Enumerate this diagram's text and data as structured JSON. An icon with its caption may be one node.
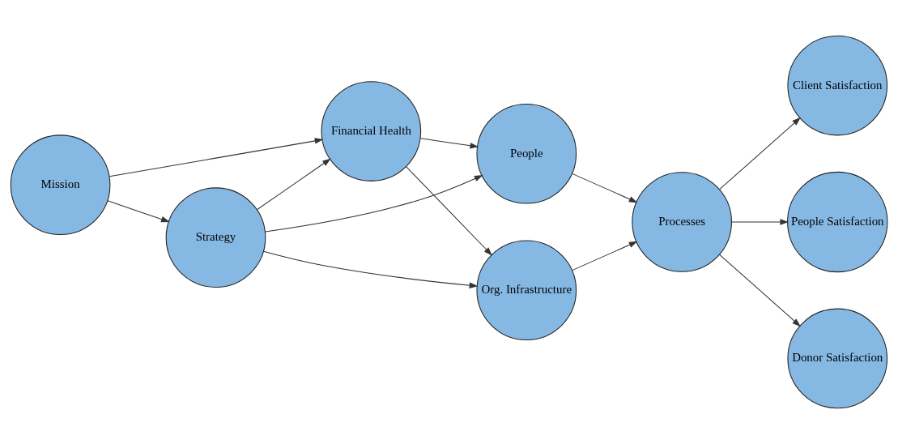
{
  "diagram": {
    "nodes": [
      {
        "text": [
          "Mission"
        ]
      },
      {
        "text": [
          "Strategy"
        ]
      },
      {
        "text": [
          "Financial Health"
        ]
      },
      {
        "text": [
          "Org. Infrastructure"
        ]
      },
      {
        "text": [
          "People"
        ]
      },
      {
        "text": [
          "Processes"
        ]
      },
      {
        "text": [
          "Client Satisfaction"
        ]
      },
      {
        "text": [
          "People Satisfaction"
        ]
      },
      {
        "text": [
          "Donor Satisfaction"
        ]
      }
    ],
    "edges": [
      {
        "from": 0,
        "to": 2,
        "arrow": "to"
      },
      {
        "from": 0,
        "to": 1,
        "arrow": "to"
      },
      {
        "from": 1,
        "to": 2,
        "arrow": "to"
      },
      {
        "from": 1,
        "to": 3,
        "arrow": "to"
      },
      {
        "from": 1,
        "to": 4,
        "arrow": "to"
      },
      {
        "from": 2,
        "to": 3,
        "arrow": "to"
      },
      {
        "from": 2,
        "to": 4,
        "arrow": "to"
      },
      {
        "from": 3,
        "to": 5,
        "arrow": "to"
      },
      {
        "from": 4,
        "to": 5,
        "arrow": "to"
      },
      {
        "from": 5,
        "to": 6,
        "arrow": "to"
      },
      {
        "from": 5,
        "to": 7,
        "arrow": "to"
      },
      {
        "from": 5,
        "to": 8,
        "arrow": "to"
      }
    ]
  }
}
